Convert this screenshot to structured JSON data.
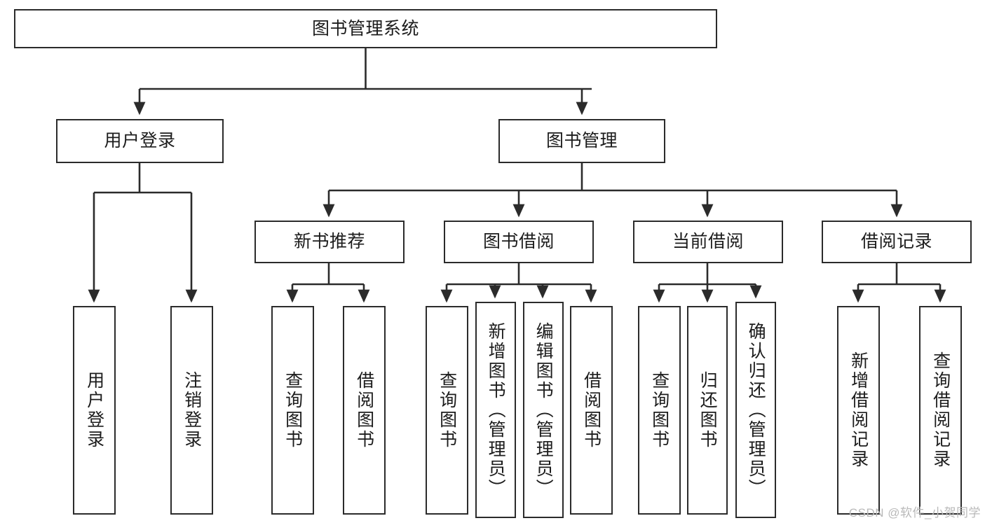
{
  "diagram": {
    "title": "图书管理系统",
    "type": "tree",
    "watermark": "CSDN @软件_小贺同学",
    "colors": {
      "stroke": "#2b2b2b",
      "fill": "#ffffff",
      "text": "#1c1c1c",
      "watermark": "#b9b9b9"
    },
    "nodes": {
      "root": {
        "label": "图书管理系统"
      },
      "level2": [
        {
          "id": "user-login",
          "label": "用户登录"
        },
        {
          "id": "book-manage",
          "label": "图书管理"
        }
      ],
      "level3": [
        {
          "id": "new-book-recommend",
          "label": "新书推荐"
        },
        {
          "id": "book-borrow",
          "label": "图书借阅"
        },
        {
          "id": "current-borrow",
          "label": "当前借阅"
        },
        {
          "id": "borrow-record",
          "label": "借阅记录"
        }
      ],
      "leaves": [
        {
          "id": "leaf-user-login",
          "label": "用户登录",
          "parent": "user-login"
        },
        {
          "id": "leaf-logout-login",
          "label": "注销登录",
          "parent": "user-login"
        },
        {
          "id": "leaf-query-book-1",
          "label": "查询图书",
          "parent": "new-book-recommend"
        },
        {
          "id": "leaf-borrow-book-1",
          "label": "借阅图书",
          "parent": "new-book-recommend"
        },
        {
          "id": "leaf-query-book-2",
          "label": "查询图书",
          "parent": "book-borrow"
        },
        {
          "id": "leaf-add-book",
          "label": "新增图书（管理员）",
          "parent": "book-borrow"
        },
        {
          "id": "leaf-edit-book",
          "label": "编辑图书（管理员）",
          "parent": "book-borrow"
        },
        {
          "id": "leaf-borrow-book-2",
          "label": "借阅图书",
          "parent": "book-borrow"
        },
        {
          "id": "leaf-query-book-3",
          "label": "查询图书",
          "parent": "current-borrow"
        },
        {
          "id": "leaf-return-book",
          "label": "归还图书",
          "parent": "current-borrow"
        },
        {
          "id": "leaf-confirm-return",
          "label": "确认归还（管理员）",
          "parent": "current-borrow"
        },
        {
          "id": "leaf-add-record",
          "label": "新增借阅记录",
          "parent": "borrow-record"
        },
        {
          "id": "leaf-query-record",
          "label": "查询借阅记录",
          "parent": "borrow-record"
        }
      ]
    }
  }
}
